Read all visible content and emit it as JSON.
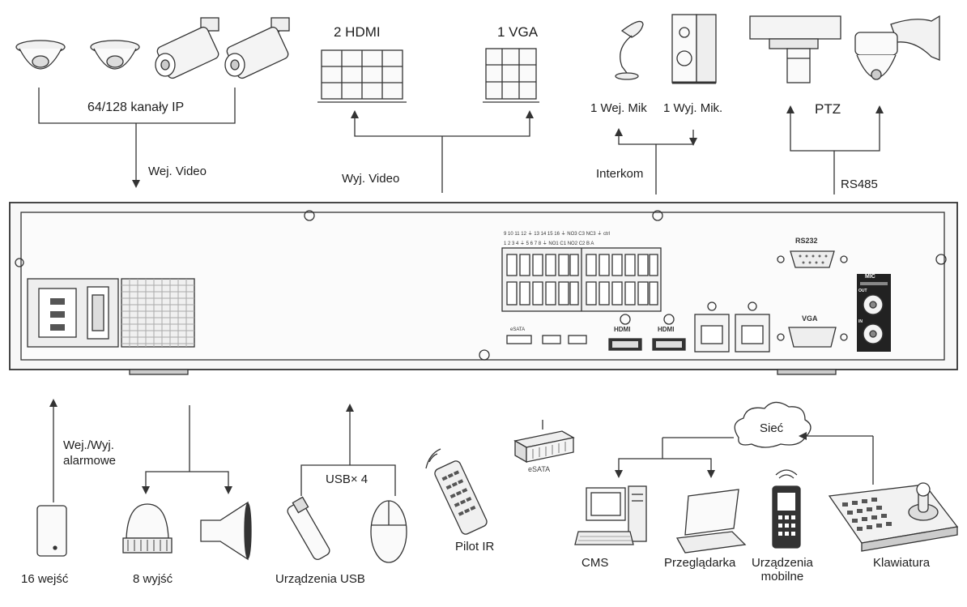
{
  "top": {
    "ip_channels": "64/128   kanały IP",
    "video_in": "Wej. Video",
    "hdmi_count": "2 HDMI",
    "vga_count": "1 VGA",
    "video_out": "Wyj. Video",
    "mic_in": "1 Wej. Mik",
    "mic_out": "1 Wyj. Mik.",
    "intercom": "Interkom",
    "ptz": "PTZ",
    "rs485": "RS485"
  },
  "panel": {
    "rs232": "RS232",
    "vga": "VGA",
    "mic": "MIC",
    "out": "OUT",
    "in": "IN",
    "esata": "eSATA",
    "hdmi1": "HDMI",
    "hdmi2": "HDMI",
    "terminal_row1": "9  10  11  12  ⏚  13  14  15  16  ⏚  NO3 C3 NC3 ⏚ ctrl",
    "terminal_row2": "1  2  3  4  ⏚  5  6  7  8  ⏚  NO1 C1 NO2 C2  B  A"
  },
  "bottom": {
    "alarm_io": "Wej./Wyj.\nalarmowe",
    "inputs16": "16 wejść",
    "outputs8": "8 wyjść",
    "usb_x4": "USB× 4",
    "usb_devices": "Urządzenia USB",
    "ir_remote": "Pilot IR",
    "esata": "eSATA",
    "network": "Sieć",
    "cms": "CMS",
    "browser": "Przeglądarka",
    "mobile": "Urządzenia\nmobilne",
    "keyboard": "Klawiatura"
  }
}
